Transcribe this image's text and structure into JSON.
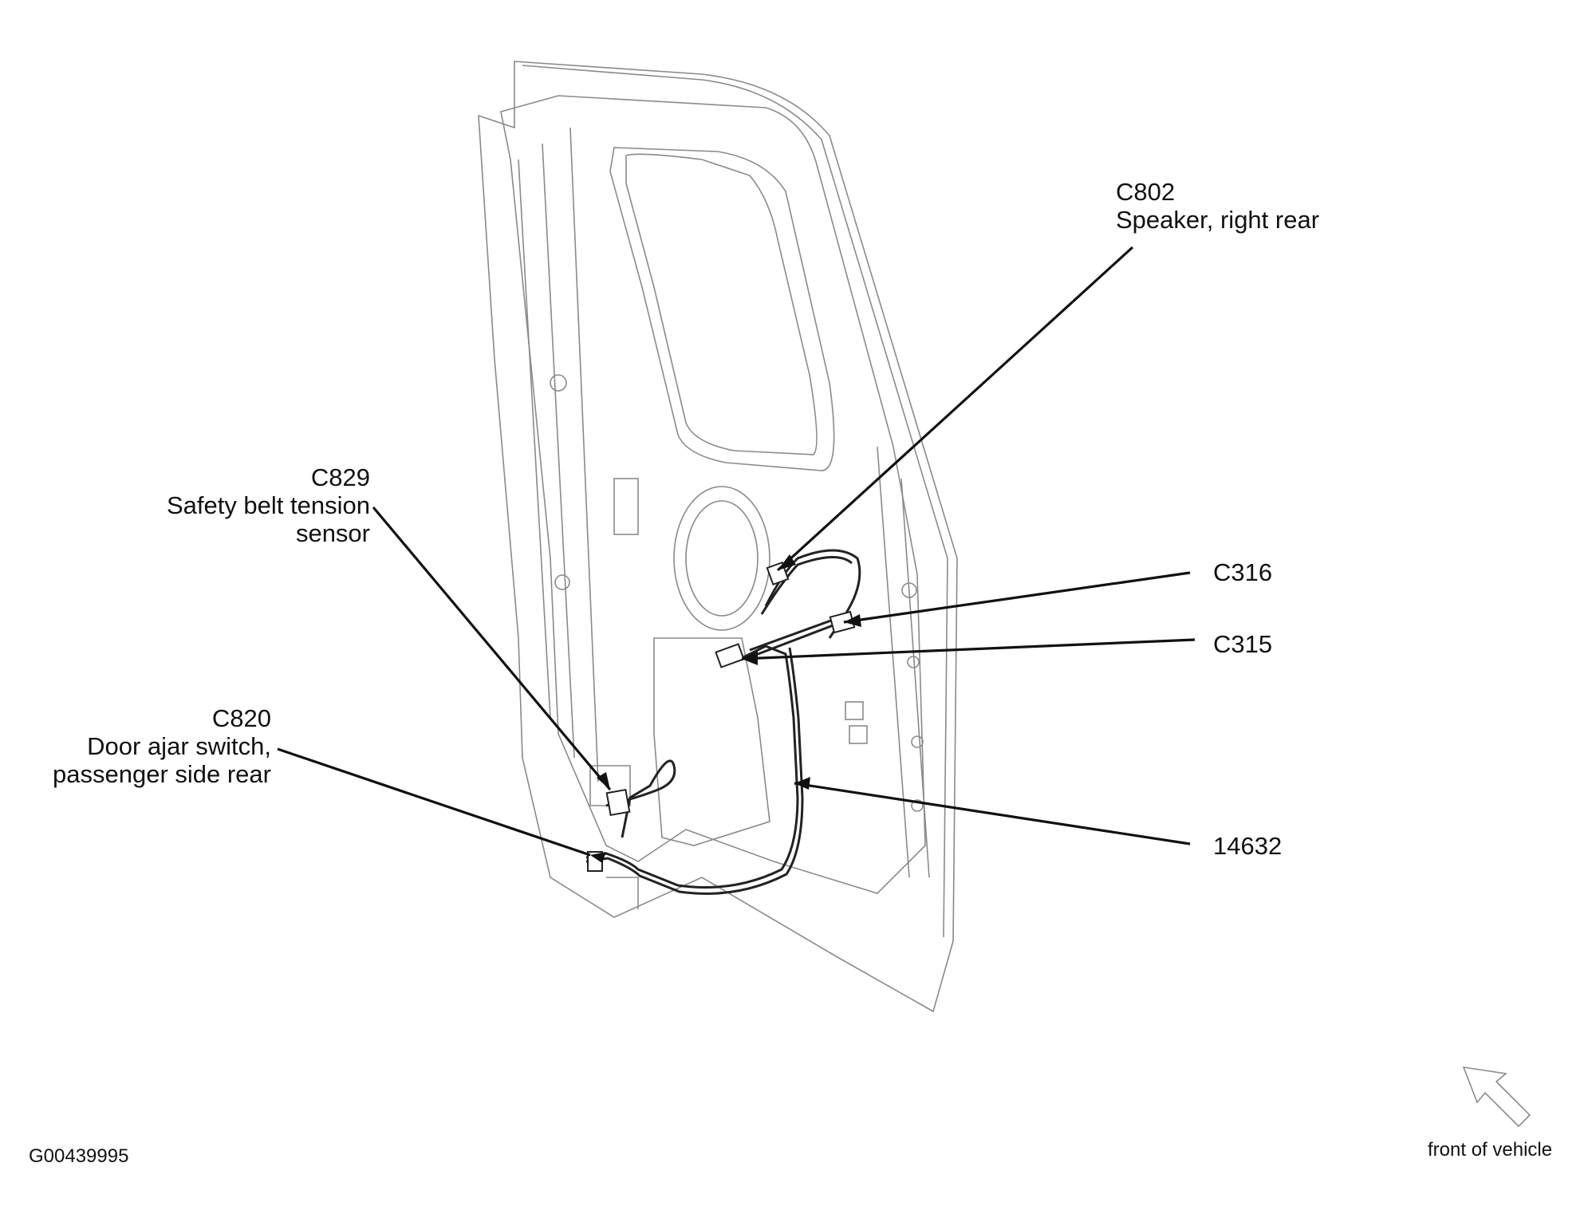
{
  "callouts": {
    "c802": {
      "code": "C802",
      "desc": "Speaker, right rear"
    },
    "c829": {
      "code": "C829",
      "desc_line1": "Safety belt tension",
      "desc_line2": "sensor"
    },
    "c316": {
      "code": "C316"
    },
    "c315": {
      "code": "C315"
    },
    "c820": {
      "code": "C820",
      "desc_line1": "Door ajar switch,",
      "desc_line2": "passenger side rear"
    },
    "harness": {
      "code": "14632"
    }
  },
  "orientation": {
    "label": "front of vehicle",
    "arrow_icon": "direction-arrow-icon"
  },
  "figure_id": "G00439995",
  "colors": {
    "line": "#111111",
    "drawing": "#8a8a8a",
    "background": "#ffffff"
  }
}
